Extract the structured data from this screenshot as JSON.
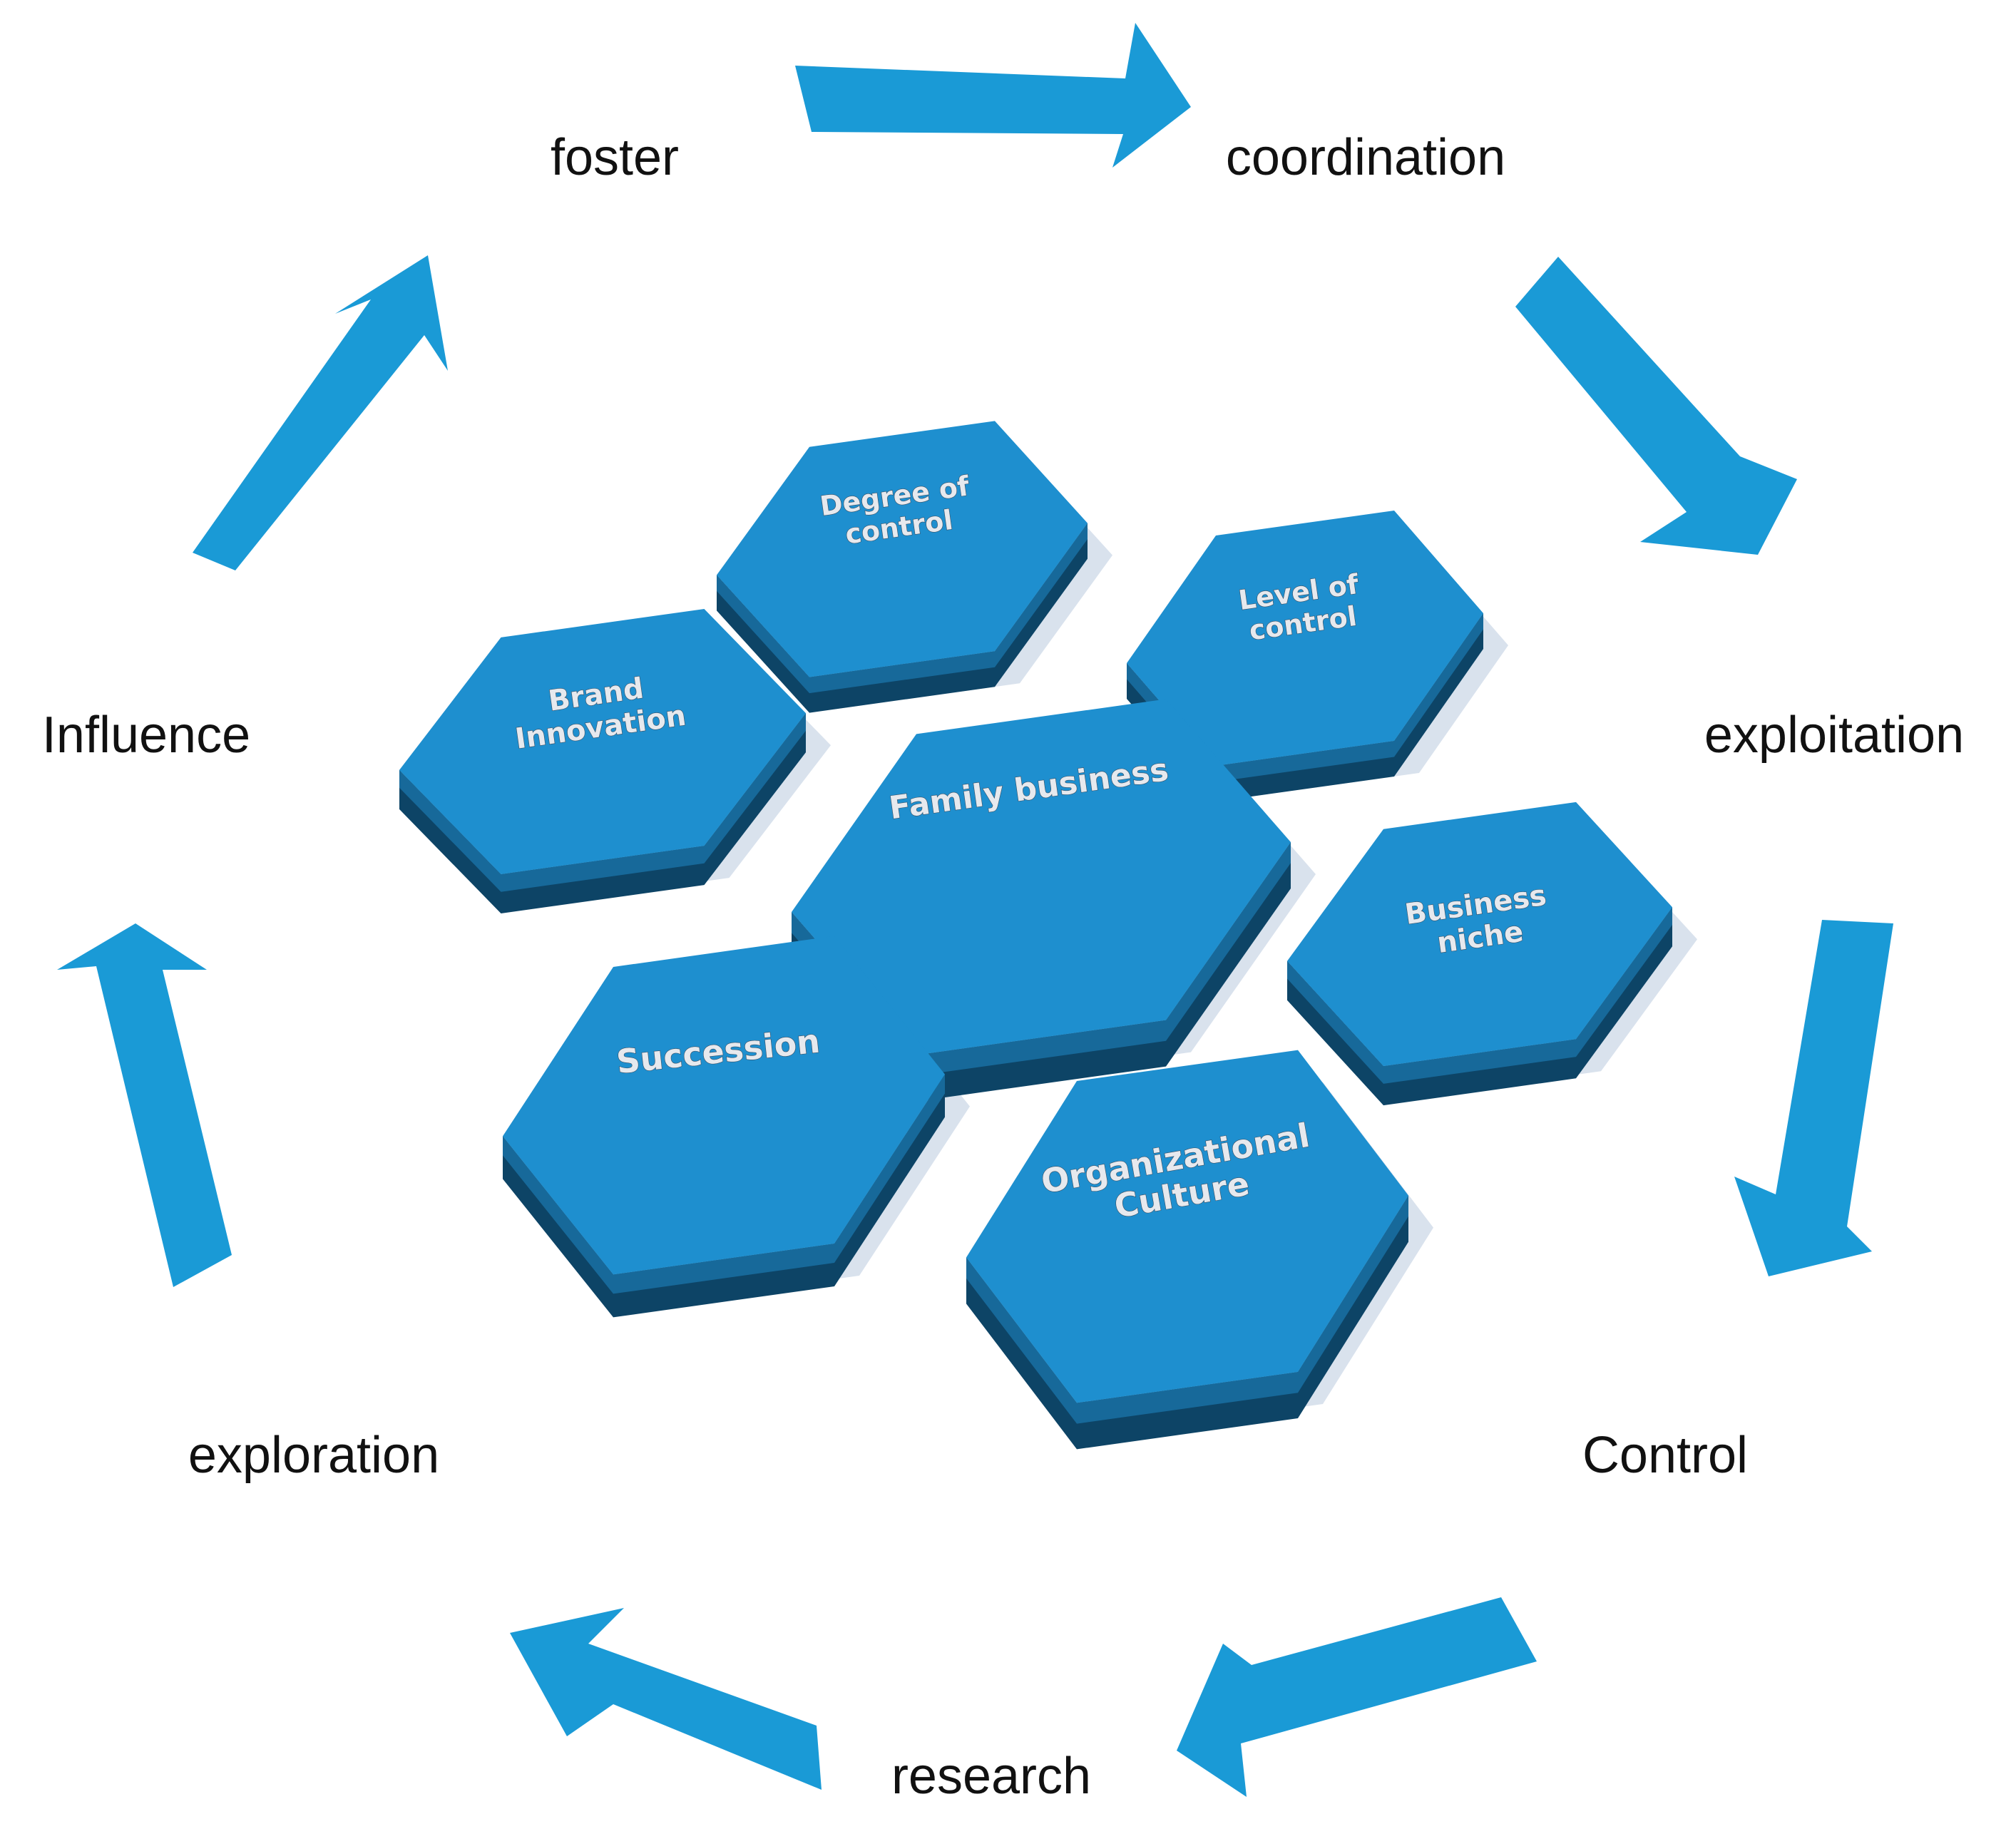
{
  "colors": {
    "arrow": "#1a9ad6",
    "hex_top": "#1e8fcf",
    "hex_mid": "#17699a",
    "hex_side": "#0d4466",
    "shadow": "#c9d6e6"
  },
  "cycle": {
    "labels": {
      "foster": "foster",
      "coordination": "coordination",
      "exploitation": "exploitation",
      "control": "Control",
      "research": "research",
      "exploration": "exploration",
      "influence": "Influence"
    }
  },
  "hexagons": {
    "family_business": [
      "Family business"
    ],
    "degree_of_control": [
      "Degree of",
      "control"
    ],
    "level_of_control": [
      "Level of",
      "control"
    ],
    "brand_innovation": [
      "Brand",
      "Innovation"
    ],
    "business_niche": [
      "Business",
      "niche"
    ],
    "succession": [
      "Succession"
    ],
    "organizational_culture": [
      "Organizational",
      "Culture"
    ]
  }
}
